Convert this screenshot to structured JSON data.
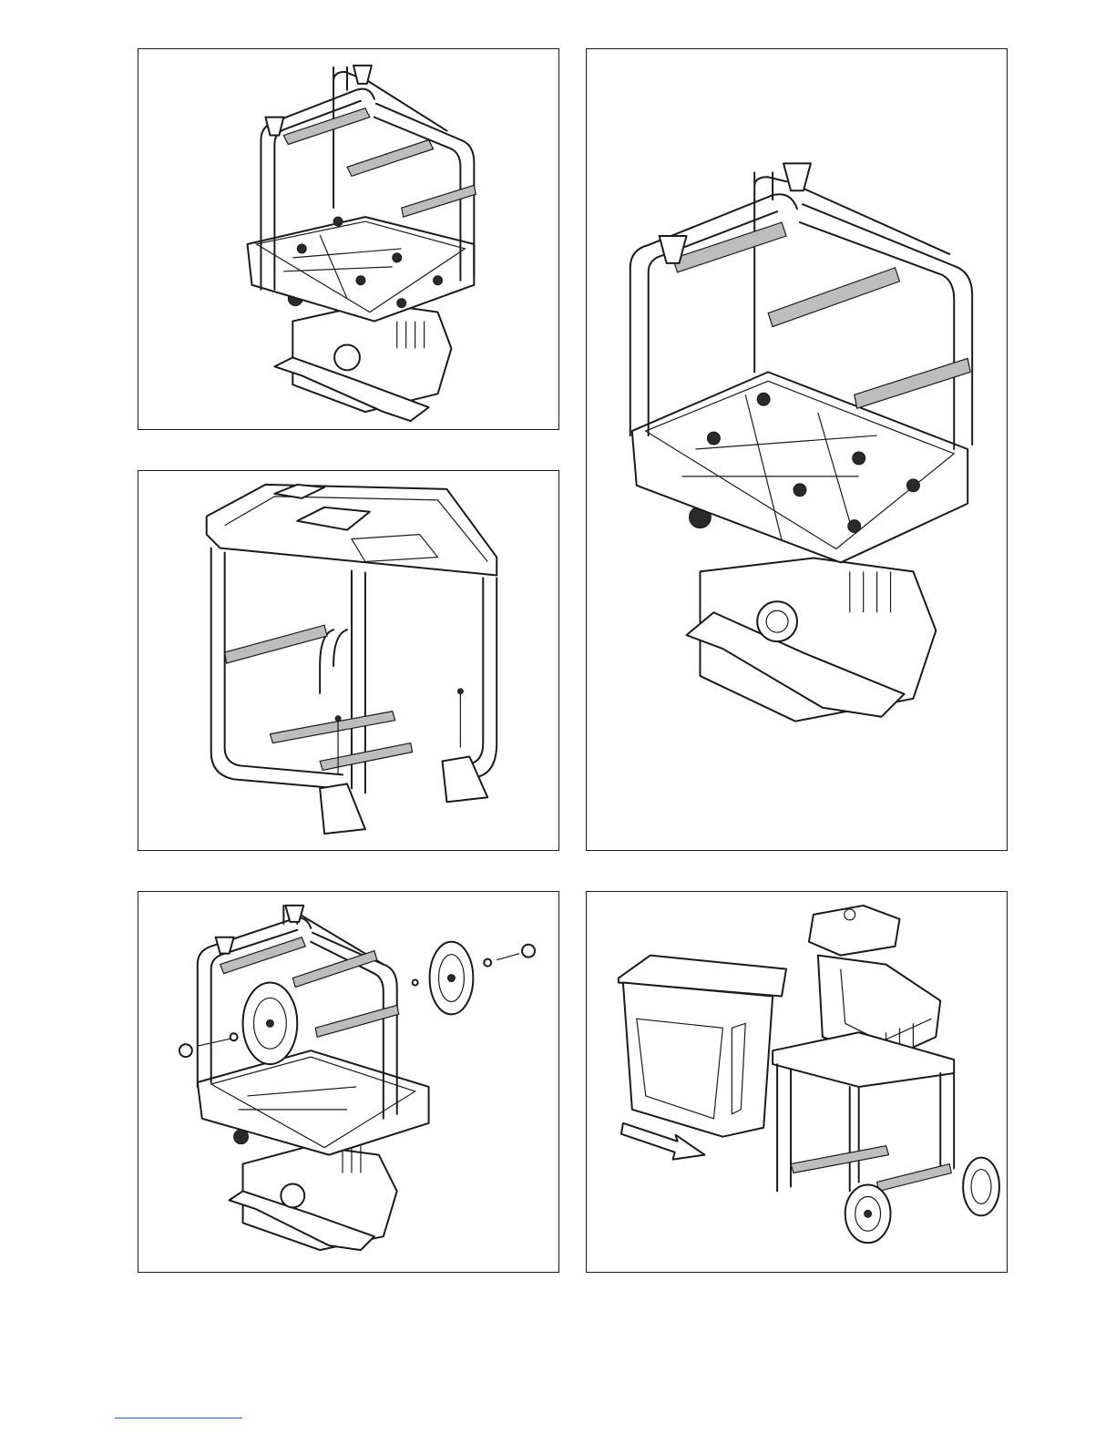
{
  "page": {
    "background": "#ffffff",
    "line_color": "#1a1a1a",
    "footer_line_color": "#3a5fcd"
  },
  "figures": [
    {
      "id": "fig-1",
      "content": "frame-on-motor-unit-screws"
    },
    {
      "id": "fig-2",
      "content": "frame-with-feet-and-bolts"
    },
    {
      "id": "fig-3",
      "content": "frame-on-motor-unit-enlarged"
    },
    {
      "id": "fig-4",
      "content": "wheel-axle-assembly"
    },
    {
      "id": "fig-5",
      "content": "collection-box-insertion"
    }
  ]
}
